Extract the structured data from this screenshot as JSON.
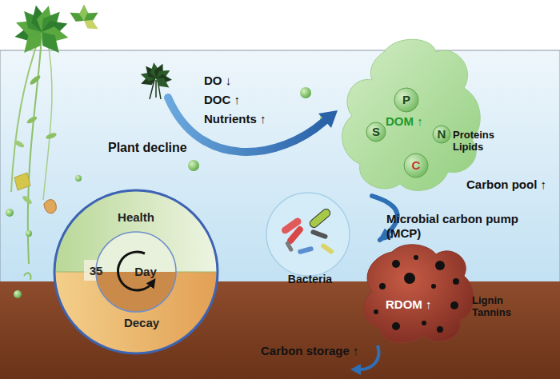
{
  "diagram": {
    "nodes": [
      {
        "text": [
          "DOM ↑",
          "Proteins Lipids"
        ]
      },
      {
        "text": [
          "P"
        ],
        "in": 0
      },
      {
        "text": [
          "S"
        ],
        "in": 0
      },
      {
        "text": [
          "N"
        ],
        "in": 0
      },
      {
        "text": [
          "C"
        ],
        "in": 0
      },
      {
        "text": [
          "Health",
          "35",
          "Day",
          "Decay"
        ]
      },
      {
        "text": [
          "Bacteria"
        ]
      },
      {
        "text": [
          "RDOM ↑",
          "Lignin Tannins"
        ]
      }
    ],
    "edges": [
      {
        "from": 0,
        "to": 7,
        "arrow": "to",
        "label": "Microbial carbon pump (MCP)"
      }
    ],
    "labels": [
      "Plant decline",
      "DO ↓",
      "DOC ↑",
      "Nutrients ↑",
      "Carbon pool ↑",
      "Carbon storage ↑"
    ]
  }
}
